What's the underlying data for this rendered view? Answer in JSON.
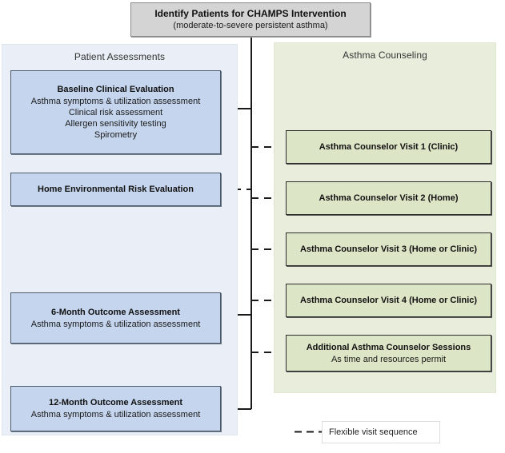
{
  "header": {
    "title": "Identify Patients for CHAMPS Intervention",
    "subtitle": "(moderate-to-severe persistent asthma)"
  },
  "panels": {
    "left": {
      "heading": "Patient Assessments"
    },
    "right": {
      "heading": "Asthma Counseling"
    }
  },
  "assessments": [
    {
      "title": "Baseline Clinical Evaluation",
      "lines": [
        "Asthma symptoms & utilization assessment",
        "Clinical risk assessment",
        "Allergen sensitivity testing",
        "Spirometry"
      ]
    },
    {
      "title": "Home Environmental Risk Evaluation",
      "lines": []
    },
    {
      "title": "6-Month Outcome Assessment",
      "lines": [
        "Asthma symptoms & utilization assessment"
      ]
    },
    {
      "title": "12-Month Outcome Assessment",
      "lines": [
        "Asthma symptoms & utilization assessment"
      ]
    }
  ],
  "counseling": [
    {
      "title": "Asthma Counselor Visit 1 (Clinic)",
      "lines": []
    },
    {
      "title": "Asthma Counselor Visit 2 (Home)",
      "lines": []
    },
    {
      "title": "Asthma Counselor Visit 3 (Home or Clinic)",
      "lines": []
    },
    {
      "title": "Asthma Counselor Visit 4 (Home or Clinic)",
      "lines": []
    },
    {
      "title": "Additional Asthma Counselor Sessions",
      "lines": [
        "As time and resources permit"
      ]
    }
  ],
  "legend": {
    "label": "Flexible visit sequence",
    "style": "dashed"
  },
  "colors": {
    "header_fill": "#d4d4d4",
    "panel_left_fill": "#e9eef7",
    "panel_right_fill": "#e9eedc",
    "node_blue_fill": "#c4d5ed",
    "node_green_fill": "#dce5c5",
    "connector": "#1a1a1a"
  }
}
